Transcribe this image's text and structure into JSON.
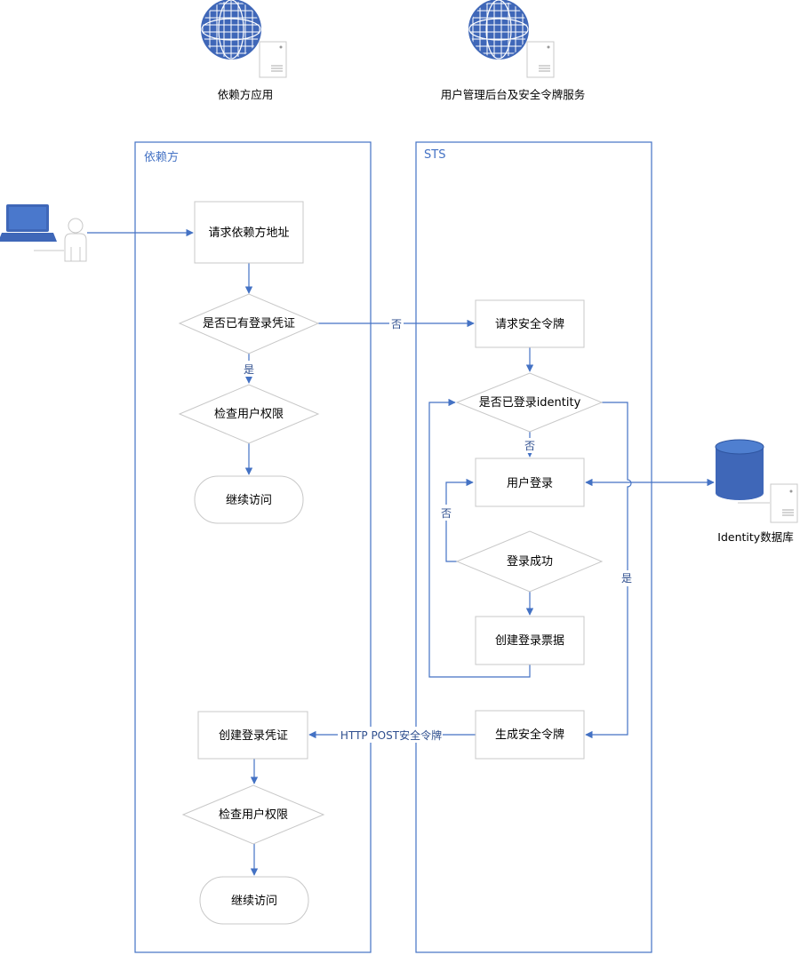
{
  "top_icons": {
    "left_label": "依赖方应用",
    "right_label": "用户管理后台及安全令牌服务"
  },
  "lanes": {
    "rp_title": "依赖方",
    "sts_title": "STS"
  },
  "nodes": {
    "request_rp_url": "请求依赖方地址",
    "has_credential": "是否已有登录凭证",
    "check_permission_1": "检查用户权限",
    "continue_access_1": "继续访问",
    "request_token": "请求安全令牌",
    "logged_in_identity": "是否已登录identity",
    "user_login": "用户登录",
    "login_success": "登录成功",
    "create_ticket": "创建登录票据",
    "generate_token": "生成安全令牌",
    "create_credential": "创建登录凭证",
    "check_permission_2": "检查用户权限",
    "continue_access_2": "继续访问"
  },
  "edge_labels": {
    "no_credential": "否",
    "yes_credential": "是",
    "not_logged_in": "否",
    "login_failed": "否",
    "logged_in_yes": "是",
    "http_post": "HTTP POST安全令牌"
  },
  "database": {
    "label": "Identity数据库"
  },
  "colors": {
    "accent": "#4472c4",
    "box_border": "#c8c8c8",
    "icon_blue": "#3f67b8"
  }
}
